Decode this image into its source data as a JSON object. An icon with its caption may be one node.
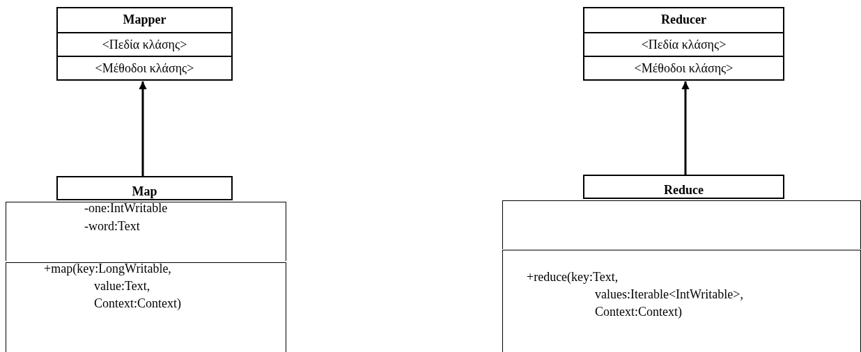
{
  "diagram": {
    "nodes": [
      {
        "text": [
          "Mapper",
          "<Πεδία κλάσης>",
          "<Μέθοδοι κλάσης>"
        ]
      },
      {
        "text": [
          "Map"
        ]
      },
      {
        "text": [
          "-one:IntWritable",
          "-word:Text"
        ]
      },
      {
        "text": [
          "+map(key:LongWritable, value:Text, Context:Context)"
        ]
      },
      {
        "text": [
          "Reducer",
          "<Πεδία κλάσης>",
          "<Μέθοδοι κλάσης>"
        ]
      },
      {
        "text": [
          "Reduce"
        ]
      },
      {
        "text": [],
        "shape": "box"
      },
      {
        "text": [
          "+reduce(key:Text, values:Iterable<IntWritable>, Context:Context)"
        ]
      }
    ],
    "edges": [
      {
        "from": 1,
        "to": 0,
        "arrow": "to"
      },
      {
        "from": 5,
        "to": 4,
        "arrow": "to"
      }
    ]
  }
}
